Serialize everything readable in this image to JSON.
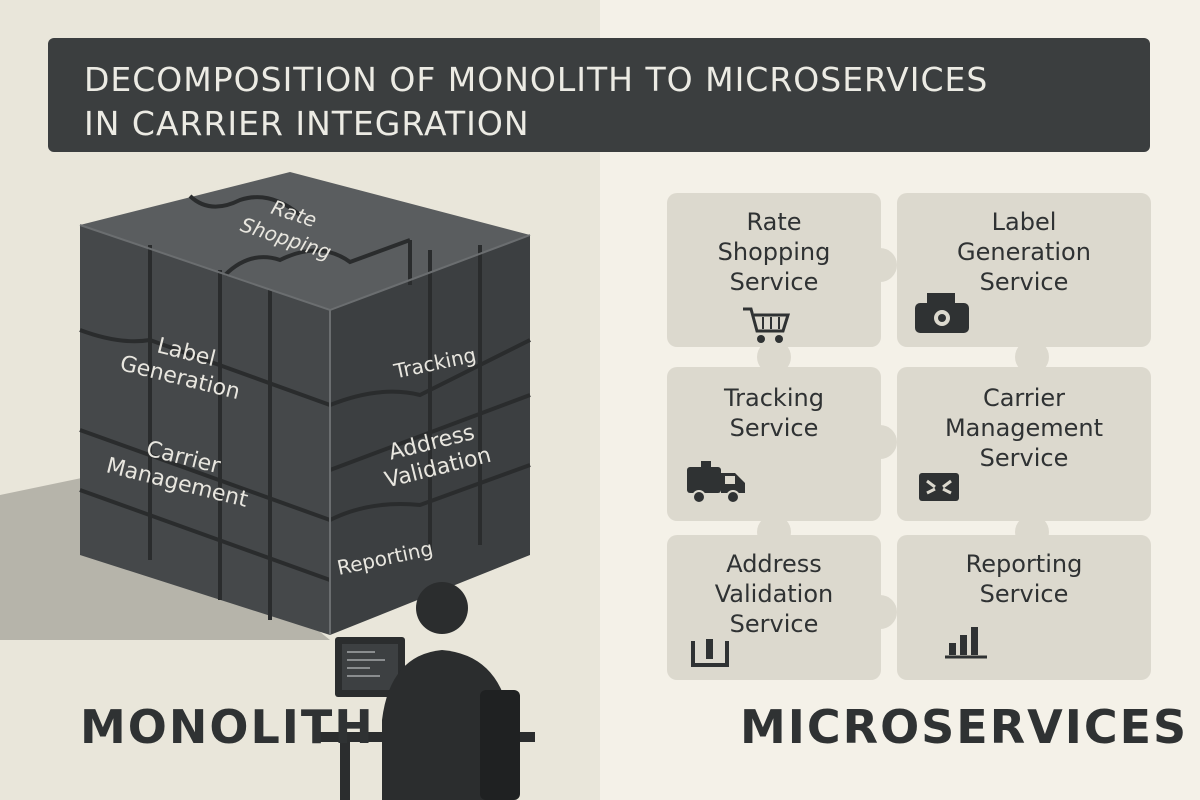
{
  "title": "DECOMPOSITION OF MONOLITH TO MICROSERVICES\nIN CARRIER INTEGRATION",
  "monolith": {
    "label": "MONOLITH",
    "modules": [
      {
        "label": "Rate\nShopping"
      },
      {
        "label": "Label\nGeneration"
      },
      {
        "label": "Tracking"
      },
      {
        "label": "Carrier\nManagement"
      },
      {
        "label": "Address\nValidation"
      },
      {
        "label": "Reporting"
      }
    ]
  },
  "microservices": {
    "label": "MICROSERVICES",
    "services": [
      {
        "label": "Rate\nShopping\nService",
        "icon": "shopping-cart-icon"
      },
      {
        "label": "Label\nGeneration\nService",
        "icon": "printer-icon"
      },
      {
        "label": "Tracking\nService",
        "icon": "delivery-truck-icon"
      },
      {
        "label": "Carrier\nManagement\nService",
        "icon": "envelope-icon"
      },
      {
        "label": "Address\nValidation\nService",
        "icon": "inbox-icon"
      },
      {
        "label": "Reporting\nService",
        "icon": "bar-chart-icon"
      }
    ]
  },
  "colors": {
    "dark": "#3b3e3f",
    "cube": "#4a4d4f",
    "piece": "#dcd9ce",
    "background": "#f2efe6"
  }
}
